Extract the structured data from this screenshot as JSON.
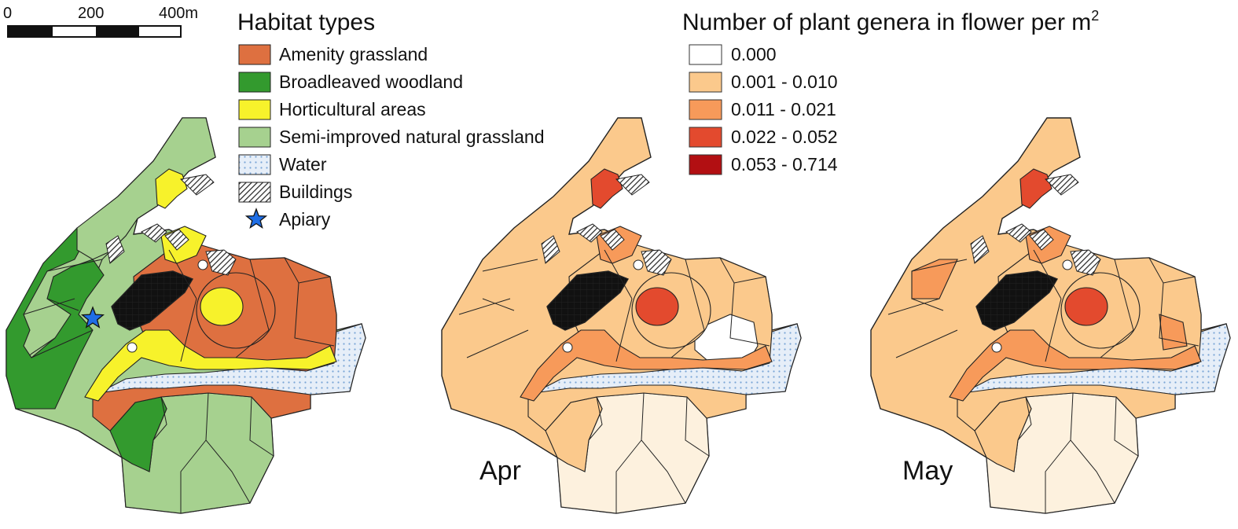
{
  "scale_bar": {
    "ticks": [
      "0",
      "200",
      "400m"
    ]
  },
  "habitat_legend": {
    "title": "Habitat types",
    "items": [
      {
        "id": "amenity",
        "label": "Amenity grassland",
        "color": "#de7040"
      },
      {
        "id": "woodland",
        "label": "Broadleaved woodland",
        "color": "#339a2e"
      },
      {
        "id": "hort",
        "label": "Horticultural areas",
        "color": "#f7f22b"
      },
      {
        "id": "seminat",
        "label": "Semi-improved natural grassland",
        "color": "#a6d18f"
      },
      {
        "id": "water",
        "label": "Water",
        "color": "#cfe0f2"
      },
      {
        "id": "buildings",
        "label": "Buildings",
        "color": "#444444"
      },
      {
        "id": "apiary",
        "label": "Apiary",
        "color": "#1f6ee6"
      }
    ]
  },
  "density_legend": {
    "title": "Number of plant genera in flower per m",
    "title_sup": "2",
    "classes": [
      {
        "label": "0.000",
        "color": "#ffffff"
      },
      {
        "label": "0.001 - 0.010",
        "color": "#fbc98c"
      },
      {
        "label": "0.011 - 0.021",
        "color": "#f79a5a"
      },
      {
        "label": "0.022 - 0.052",
        "color": "#e34a2e"
      },
      {
        "label": "0.053 - 0.714",
        "color": "#b20f12"
      }
    ]
  },
  "maps": [
    {
      "id": "habitat",
      "label": ""
    },
    {
      "id": "apr",
      "label": "Apr"
    },
    {
      "id": "may",
      "label": "May"
    }
  ]
}
